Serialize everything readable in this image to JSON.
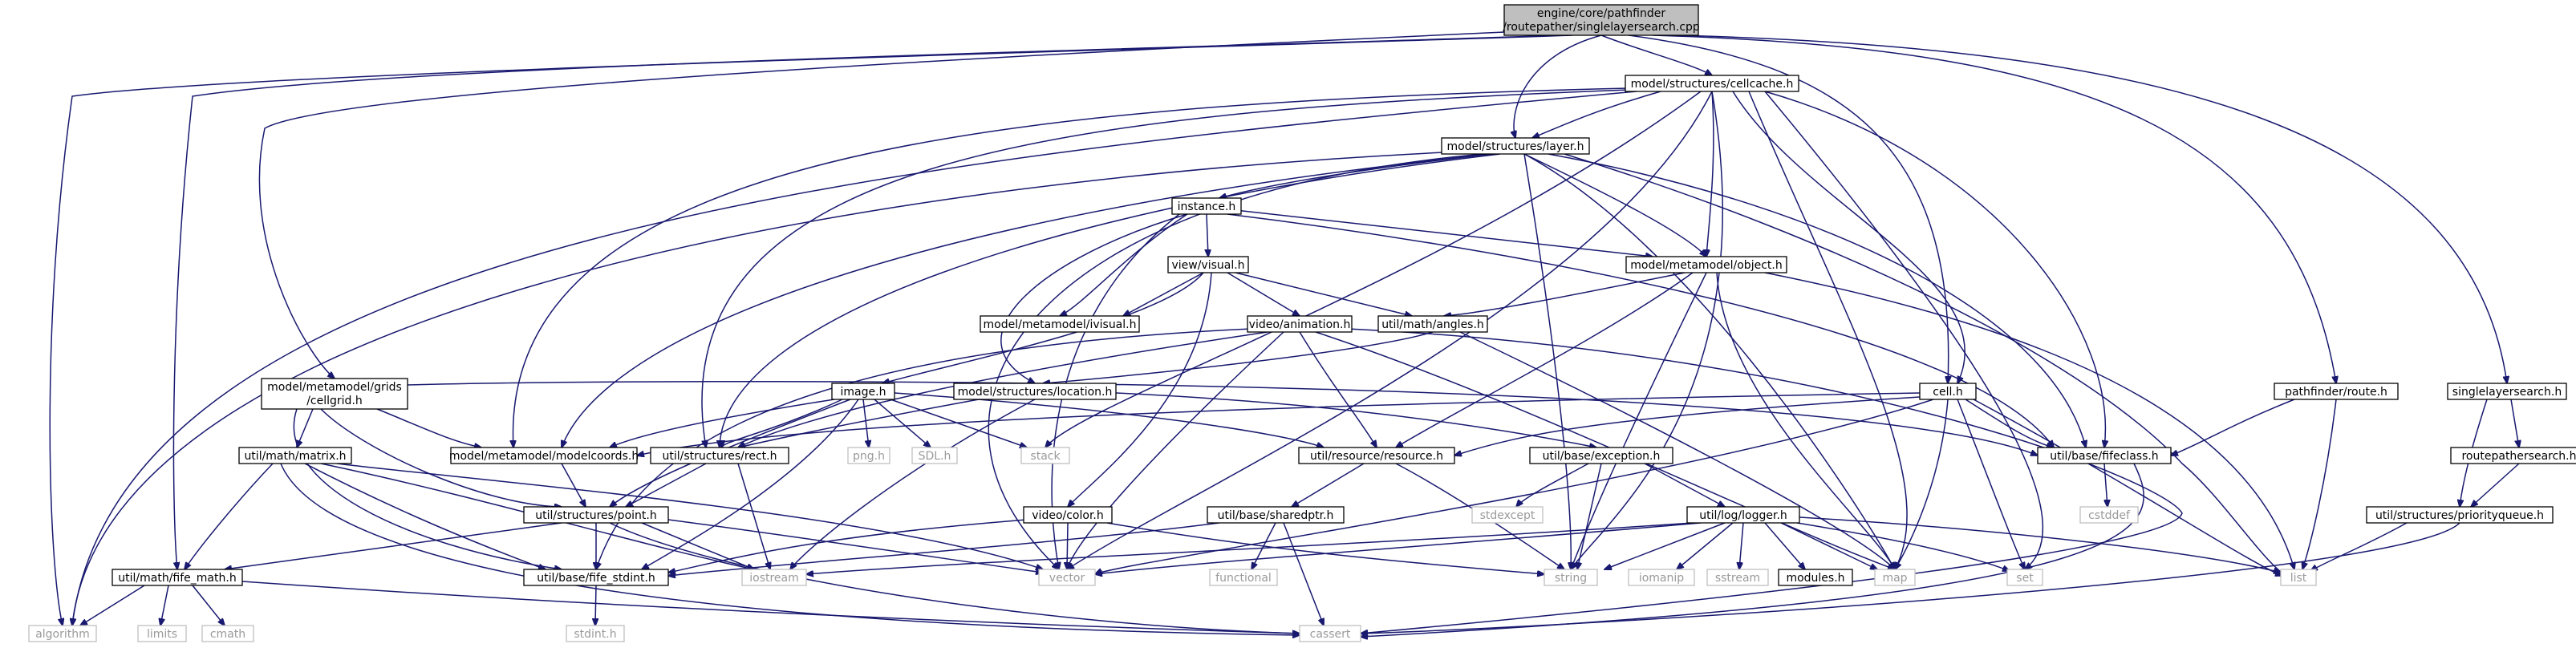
{
  "colors": {
    "edge": "#191970",
    "root_fill": "#bfbfbf",
    "root_border": "#000000",
    "node_fill": "#ffffff",
    "node_border": "#000000",
    "system_border": "#bfbfbf",
    "system_text": "#9a9a9a",
    "node_text": "#000000"
  },
  "root": {
    "line1": "engine/core/pathfinder",
    "line2": "/routepather/singlelayersearch.cpp"
  },
  "nodes": [
    {
      "id": "cellcache",
      "label": "model/structures/cellcache.h"
    },
    {
      "id": "layer",
      "label": "model/structures/layer.h"
    },
    {
      "id": "instance",
      "label": "instance.h"
    },
    {
      "id": "visual",
      "label": "view/visual.h"
    },
    {
      "id": "ivisual",
      "label": "model/metamodel/ivisual.h"
    },
    {
      "id": "object",
      "label": "model/metamodel/object.h"
    },
    {
      "id": "angles",
      "label": "util/math/angles.h"
    },
    {
      "id": "animation",
      "label": "video/animation.h"
    },
    {
      "id": "cellgrid_line1",
      "label": "model/metamodel/grids"
    },
    {
      "id": "cellgrid_line2",
      "label": "/cellgrid.h"
    },
    {
      "id": "image",
      "label": "image.h"
    },
    {
      "id": "location",
      "label": "model/structures/location.h"
    },
    {
      "id": "cell",
      "label": "cell.h"
    },
    {
      "id": "route",
      "label": "pathfinder/route.h"
    },
    {
      "id": "sls",
      "label": "singlelayersearch.h"
    },
    {
      "id": "modelcoords",
      "label": "model/metamodel/modelcoords.h"
    },
    {
      "id": "rect",
      "label": "util/structures/rect.h"
    },
    {
      "id": "resource",
      "label": "util/resource/resource.h"
    },
    {
      "id": "exception",
      "label": "util/base/exception.h"
    },
    {
      "id": "fifeclass",
      "label": "util/base/fifeclass.h"
    },
    {
      "id": "rps",
      "label": "routepathersearch.h"
    },
    {
      "id": "matrix",
      "label": "util/math/matrix.h"
    },
    {
      "id": "point",
      "label": "util/structures/point.h"
    },
    {
      "id": "color",
      "label": "video/color.h"
    },
    {
      "id": "sharedptr",
      "label": "util/base/sharedptr.h"
    },
    {
      "id": "logger",
      "label": "util/log/logger.h"
    },
    {
      "id": "pqueue",
      "label": "util/structures/priorityqueue.h"
    },
    {
      "id": "fifemath",
      "label": "util/math/fife_math.h"
    },
    {
      "id": "stdint",
      "label": "util/base/fife_stdint.h"
    },
    {
      "id": "modules",
      "label": "modules.h"
    }
  ],
  "system_headers": [
    {
      "id": "png",
      "label": "png.h"
    },
    {
      "id": "sdl",
      "label": "SDL.h"
    },
    {
      "id": "stack",
      "label": "stack"
    },
    {
      "id": "stdexcept",
      "label": "stdexcept"
    },
    {
      "id": "cstddef",
      "label": "cstddef"
    },
    {
      "id": "iostream",
      "label": "iostream"
    },
    {
      "id": "vector",
      "label": "vector"
    },
    {
      "id": "functional",
      "label": "functional"
    },
    {
      "id": "string",
      "label": "string"
    },
    {
      "id": "iomanip",
      "label": "iomanip"
    },
    {
      "id": "sstream",
      "label": "sstream"
    },
    {
      "id": "map",
      "label": "map"
    },
    {
      "id": "set",
      "label": "set"
    },
    {
      "id": "list",
      "label": "list"
    },
    {
      "id": "algorithm",
      "label": "algorithm"
    },
    {
      "id": "limits",
      "label": "limits"
    },
    {
      "id": "cmath",
      "label": "cmath"
    },
    {
      "id": "stdint_h",
      "label": "stdint.h"
    },
    {
      "id": "cassert",
      "label": "cassert"
    }
  ]
}
